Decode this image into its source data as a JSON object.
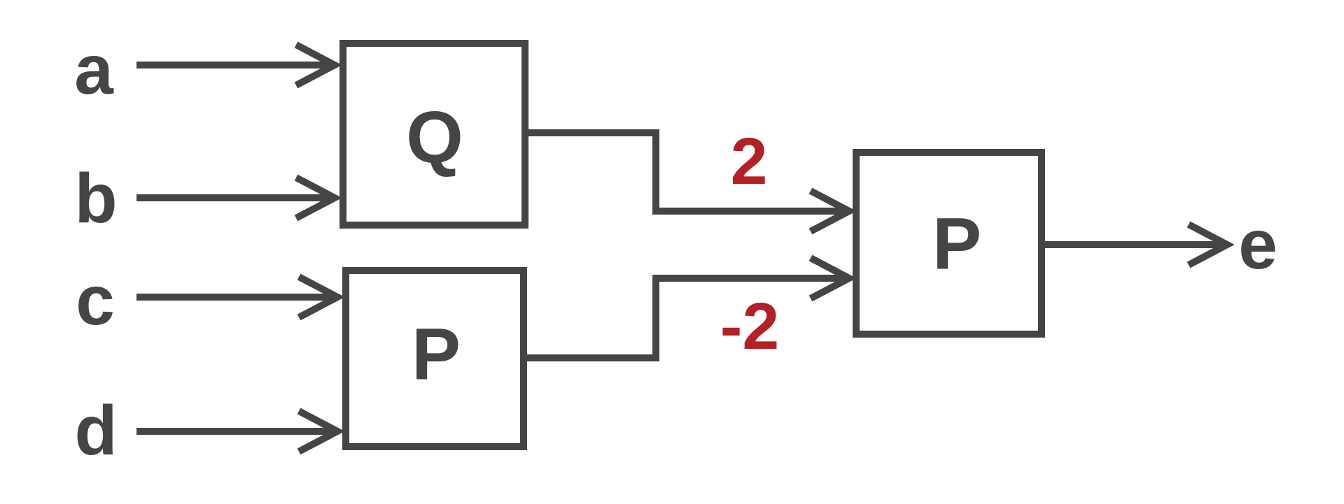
{
  "diagram": {
    "type": "block-diagram",
    "background_color": "#ffffff",
    "line_color": "#454545",
    "accent_color": "#b32025",
    "inputs": [
      {
        "label": "a",
        "feeds": "Q"
      },
      {
        "label": "b",
        "feeds": "Q"
      },
      {
        "label": "c",
        "feeds": "P-bottom"
      },
      {
        "label": "d",
        "feeds": "P-bottom"
      }
    ],
    "blocks": [
      {
        "id": "Q",
        "label": "Q"
      },
      {
        "id": "P-bottom",
        "label": "P"
      },
      {
        "id": "P-right",
        "label": "P"
      }
    ],
    "edges": [
      {
        "from": "Q",
        "to": "P-right",
        "label": "2"
      },
      {
        "from": "P-bottom",
        "to": "P-right",
        "label": "-2"
      }
    ],
    "output": {
      "label": "e",
      "from": "P-right"
    }
  }
}
